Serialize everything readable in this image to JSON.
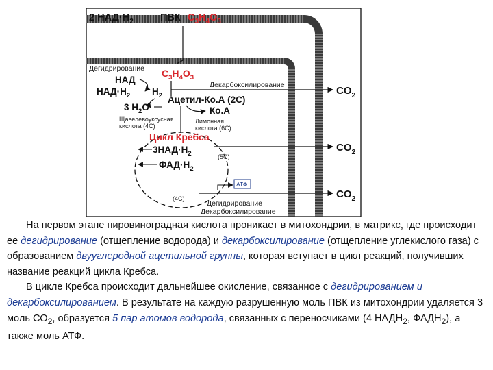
{
  "diagram": {
    "top": {
      "nadh": "2 НАД·Н",
      "nadh_sub": "2",
      "pvk": "ПВК",
      "formula_c": "C",
      "formula_c_sub": "3",
      "formula_h": "H",
      "formula_h_sub": "4",
      "formula_o": "O",
      "formula_o_sub": "3"
    },
    "inner_formula": {
      "c": "C",
      "c_sub": "3",
      "h": "H",
      "h_sub": "4",
      "o": "O",
      "o_sub": "3"
    },
    "labels": {
      "dehydrogenation": "Дегидрирование",
      "nad": "НАД",
      "nadh2": "НАД·Н",
      "nadh2_sub": "2",
      "h2": "Н",
      "h2_sub": "2",
      "decarboxylation": "Декарбоксилирование",
      "water_coef": "3",
      "water_h": "Н",
      "water_sub": "2",
      "water_o": "О",
      "acetyl_coa": "Ацетил-Ко.А (2С)",
      "coa": "Ко.А",
      "oxaloacetic_1": "Щавелевоуксусная",
      "oxaloacetic_2": "кислота (4С)",
      "citric_1": "Лимонная",
      "citric_2": "кислота (6С)",
      "krebs": "Цикл Кребса",
      "nadh3": "3НАД·Н",
      "nadh3_sub": "2",
      "c5": "(5С)",
      "fadh": "ФАД·Н",
      "fadh_sub": "2",
      "atp": "АТФ",
      "c4": "(4С)",
      "dehydrogenation_2": "Дегидрирование",
      "decarboxylation_2": "Декарбоксилирование"
    },
    "co2": [
      {
        "main": "CO",
        "sub": "2"
      },
      {
        "main": "CO",
        "sub": "2"
      },
      {
        "main": "CO",
        "sub": "2"
      }
    ]
  },
  "text": {
    "p1_a": "На первом этапе пировиноградная кислота проникает в митохондрии, в матрикс, где происходит ее ",
    "p1_it1": "дегидрирование",
    "p1_b": " (отщепление водорода) и ",
    "p1_it2": "декарбоксилирование",
    "p1_c": " (отщепление углекислого газа) с образованием ",
    "p1_it3": "двууглеродной ацетильной группы",
    "p1_d": ", которая вступает в цикл реакций, получивших название реакций цикла Кребса.",
    "p2_a": "В цикле Кребса происходит дальнейшее окисление, связанное с ",
    "p2_it1": "дегидрированием и декарбоксилированием",
    "p2_b": ". В результате на каждую разрушенную моль ПВК из митохондрии удаляется 3 моль СО",
    "p2_sub1": "2",
    "p2_c": ", образуется ",
    "p2_it2": "5 пар атомов водорода",
    "p2_d": ", связанных с переносчиками (4 НАДН",
    "p2_sub2": "2",
    "p2_e": ", ФАДН",
    "p2_sub3": "2",
    "p2_f": "), а также моль АТФ."
  }
}
